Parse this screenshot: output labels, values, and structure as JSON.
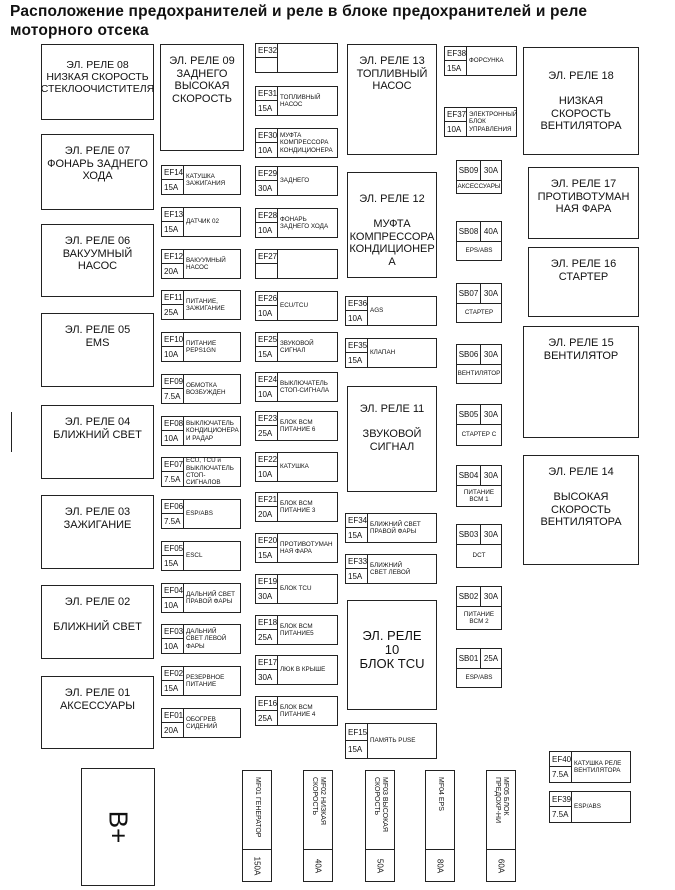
{
  "title": "Расположение предохранителей и реле в блоке предохранителей и реле моторного отсека",
  "relays": [
    {
      "id": "r08",
      "text": "ЭЛ. РЕЛЕ 08\nНИЗКАЯ СКОРОСТЬ\nСТЕКЛООЧИСТИТЕЛЯ"
    },
    {
      "id": "r07",
      "text": "ЭЛ. РЕЛЕ 07\nФОНАРЬ ЗАДНЕГО\nХОДА"
    },
    {
      "id": "r06",
      "text": "ЭЛ. РЕЛЕ 06\nВАКУУМНЫЙ\nНАСОС"
    },
    {
      "id": "r05",
      "text": "ЭЛ. РЕЛЕ 05\nEMS"
    },
    {
      "id": "r04",
      "text": "ЭЛ. РЕЛЕ 04\nБЛИЖНИЙ СВЕТ"
    },
    {
      "id": "r03",
      "text": "ЭЛ. РЕЛЕ 03\nЗАЖИГАНИЕ"
    },
    {
      "id": "r02",
      "text": "ЭЛ. РЕЛЕ 02\n\nБЛИЖНИЙ СВЕТ"
    },
    {
      "id": "r01",
      "text": "ЭЛ. РЕЛЕ 01\nАКСЕССУАРЫ"
    },
    {
      "id": "r09",
      "text": "ЭЛ. РЕЛЕ 09\nЗАДНЕГО\nВЫСОКАЯ\nСКОРОСТЬ"
    },
    {
      "id": "r13",
      "text": "ЭЛ. РЕЛЕ 13\nТОПЛИВНЫЙ\nНАСОС"
    },
    {
      "id": "r12",
      "text": "ЭЛ. РЕЛЕ 12\n\nМУФТА\nКОМПРЕССОРА\nКОНДИЦИОНЕР\nА"
    },
    {
      "id": "r11",
      "text": "ЭЛ. РЕЛЕ 11\n\nЗВУКОВОЙ\nСИГНАЛ"
    },
    {
      "id": "r10",
      "text": "ЭЛ. РЕЛЕ\n10\nБЛОК TCU"
    },
    {
      "id": "r18",
      "text": "ЭЛ. РЕЛЕ 18\n\nНИЗКАЯ\nСКОРОСТЬ\nВЕНТИЛЯТОРА"
    },
    {
      "id": "r17",
      "text": "ЭЛ. РЕЛЕ 17\nПРОТИВОТУМАН\nНАЯ ФАРА"
    },
    {
      "id": "r16",
      "text": "ЭЛ. РЕЛЕ 16\nСТАРТЕР"
    },
    {
      "id": "r15",
      "text": "ЭЛ. РЕЛЕ 15\nВЕНТИЛЯТОР"
    },
    {
      "id": "r14",
      "text": "ЭЛ. РЕЛЕ 14\n\nВЫСОКАЯ\nСКОРОСТЬ\nВЕНТИЛЯТОРА"
    }
  ],
  "fuses_left": [
    {
      "id": "EF14",
      "amp": "15A",
      "desc": "КАТУШКА\nЗАЖИГАНИЯ"
    },
    {
      "id": "EF13",
      "amp": "15A",
      "desc": "ДАТЧИК 02"
    },
    {
      "id": "EF12",
      "amp": "20A",
      "desc": "ВАКУУМНЫЙ\nНАСОС"
    },
    {
      "id": "EF11",
      "amp": "25A",
      "desc": "ПИТАНИЕ,\nЗАЖИГАНИЕ"
    },
    {
      "id": "EF10",
      "amp": "10A",
      "desc": "ПИТАНИЕ\nPEPS1GN"
    },
    {
      "id": "EF09",
      "amp": "7.5A",
      "desc": "ОБМОТКА\nВОЗБУЖДЕН"
    },
    {
      "id": "EF08",
      "amp": "10A",
      "desc": "ВЫКЛЮЧАТЕЛЬ\nКОНДИЦИОНЕРА\nИ РАДАР"
    },
    {
      "id": "EF07",
      "amp": "7.5A",
      "desc": "ECU, TCU и\nВЫКЛЮЧАТЕЛЬ\nСТОП-СИГНАЛОВ"
    },
    {
      "id": "EF06",
      "amp": "7.5A",
      "desc": "ESP/ABS"
    },
    {
      "id": "EF05",
      "amp": "15A",
      "desc": "ESCL"
    },
    {
      "id": "EF04",
      "amp": "10A",
      "desc": "ДАЛЬНИЙ СВЕТ\nПРАВОЙ ФАРЫ"
    },
    {
      "id": "EF03",
      "amp": "10A",
      "desc": "ДАЛЬНИЙ\nСВЕТ ЛЕВОЙ\nФАРЫ"
    },
    {
      "id": "EF02",
      "amp": "15A",
      "desc": "РЕЗЕРВНОЕ\nПИТАНИЕ"
    },
    {
      "id": "EF01",
      "amp": "20A",
      "desc": "ОБОГРЕВ\nСИДЕНИЙ"
    }
  ],
  "fuses_mid": [
    {
      "id": "EF32",
      "amp": "",
      "desc": ""
    },
    {
      "id": "EF31",
      "amp": "15A",
      "desc": "ТОПЛИВНЫЙ\nНАСОС"
    },
    {
      "id": "EF30",
      "amp": "10A",
      "desc": "МУФТА\nКОМПРЕССОРА\nКОНДИЦИОНЕРА"
    },
    {
      "id": "EF29",
      "amp": "30A",
      "desc": "ЗАДНЕГО"
    },
    {
      "id": "EF28",
      "amp": "10A",
      "desc": "ФОНАРЬ\nЗАДНЕГО ХОДА"
    },
    {
      "id": "EF27",
      "amp": "",
      "desc": ""
    },
    {
      "id": "EF26",
      "amp": "10A",
      "desc": "ECU/TCU"
    },
    {
      "id": "EF25",
      "amp": "15A",
      "desc": "ЗВУКОВОЙ\nСИГНАЛ"
    },
    {
      "id": "EF24",
      "amp": "10A",
      "desc": "ВЫКЛЮЧАТЕЛЬ\nСТОП-СИГНАЛА"
    },
    {
      "id": "EF23",
      "amp": "25A",
      "desc": "БЛОК BCM\nПИТАНИЕ 6"
    },
    {
      "id": "EF22",
      "amp": "10A",
      "desc": "КАТУШКА"
    },
    {
      "id": "EF21",
      "amp": "20A",
      "desc": "БЛОК BCM\nПИТАНИЕ 3"
    },
    {
      "id": "EF20",
      "amp": "15A",
      "desc": "ПРОТИВОТУМАН\nНАЯ ФАРА"
    },
    {
      "id": "EF19",
      "amp": "30A",
      "desc": "БЛОК TCU"
    },
    {
      "id": "EF18",
      "amp": "25A",
      "desc": "БЛОК BCM\nПИТАНИЕ5"
    },
    {
      "id": "EF17",
      "amp": "30A",
      "desc": "ЛЮК В КРЫШЕ"
    },
    {
      "id": "EF16",
      "amp": "25A",
      "desc": "БЛОК BCM\nПИТАНИЕ 4"
    }
  ],
  "fuses_right": [
    {
      "id": "EF38",
      "amp": "15A",
      "desc": "ФОРСУНКА"
    },
    {
      "id": "EF37",
      "amp": "10A",
      "desc": "ЭЛЕКТРОННЫЙ\nБЛОК\nУПРАВЛЕНИЯ"
    },
    {
      "id": "EF36",
      "amp": "10A",
      "desc": "AGS"
    },
    {
      "id": "EF35",
      "amp": "15A",
      "desc": "КЛАПАН"
    },
    {
      "id": "EF34",
      "amp": "15A",
      "desc": "БЛИЖНИЙ СВЕТ\nПРАВОЙ ФАРЫ"
    },
    {
      "id": "EF33",
      "amp": "15A",
      "desc": "БЛИЖНИЙ\nСВЕТ ЛЕВОЙ"
    },
    {
      "id": "EF15",
      "amp": "15A",
      "desc": "ПАМЯТЬ PUSE"
    },
    {
      "id": "EF40",
      "amp": "7.5A",
      "desc": "КАТУШКА РЕЛЕ\nВЕНТИЛЯТОРА"
    },
    {
      "id": "EF39",
      "amp": "7.5A",
      "desc": "ESP/ABS"
    }
  ],
  "sb_fuses": [
    {
      "id": "SB09",
      "amp": "30A",
      "desc": "АКСЕССУАРЫ"
    },
    {
      "id": "SB08",
      "amp": "40A",
      "desc": "EPS/ABS"
    },
    {
      "id": "SB07",
      "amp": "30A",
      "desc": "СТАРТЕР"
    },
    {
      "id": "SB06",
      "amp": "30A",
      "desc": "ВЕНТИЛЯТОР"
    },
    {
      "id": "SB05",
      "amp": "30A",
      "desc": "СТАРТЕР С"
    },
    {
      "id": "SB04",
      "amp": "30A",
      "desc": "ПИТАНИЕ\nBCM 1"
    },
    {
      "id": "SB03",
      "amp": "30A",
      "desc": "DCT"
    },
    {
      "id": "SB02",
      "amp": "30A",
      "desc": "ПИТАНИЕ\nBCM 2"
    },
    {
      "id": "SB01",
      "amp": "25A",
      "desc": "ESP/ABS"
    }
  ],
  "mf_fuses": [
    {
      "id": "MF01",
      "desc": "ГЕНЕРАТОР",
      "amp": "150A"
    },
    {
      "id": "MF02",
      "desc": "НИЗКАЯ\nСКОРОСТЬ",
      "amp": "40A"
    },
    {
      "id": "MF03",
      "desc": "ВЫСОКАЯ\nСКОРОСТЬ",
      "amp": "50A"
    },
    {
      "id": "MF04",
      "desc": "EPS",
      "amp": "80A"
    },
    {
      "id": "MF05",
      "desc": "БЛОК\nПРЕДОХР-НИ",
      "amp": "60A"
    }
  ],
  "battery_label": "B+"
}
